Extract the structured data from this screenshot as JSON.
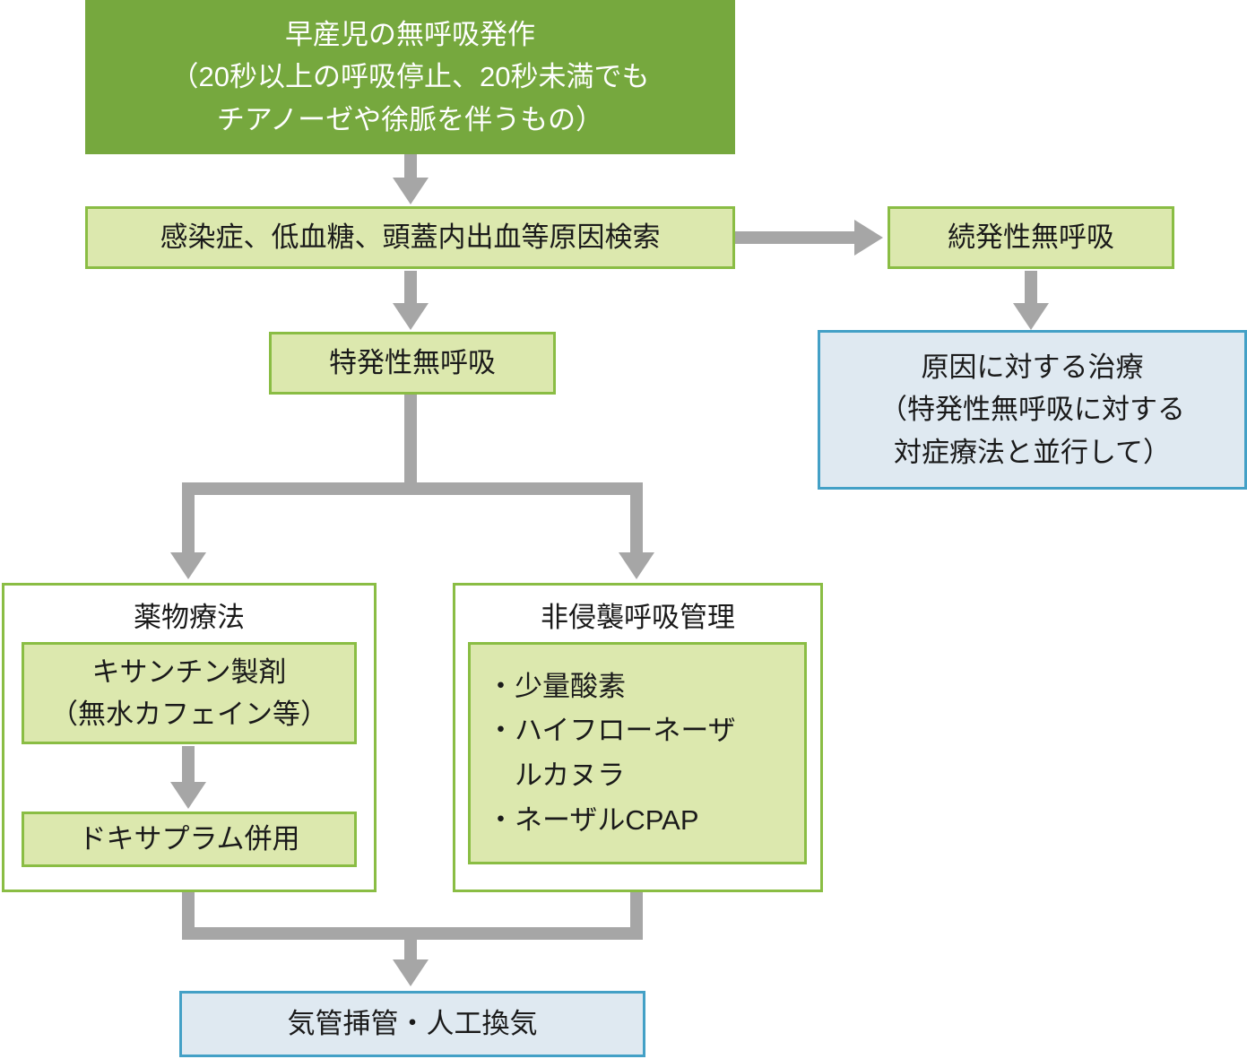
{
  "colors": {
    "dark_green": "#76a83e",
    "light_green_fill": "#dce8ae",
    "green_border": "#8abd44",
    "blue_fill": "#dfe9f1",
    "blue_border": "#43a0c6",
    "arrow_gray": "#a6a6a6",
    "text_dark": "#1a1a1a",
    "text_white": "#ffffff"
  },
  "nodes": {
    "start": {
      "line1": "早産児の無呼吸発作",
      "line2": "（20秒以上の呼吸停止、20秒未満でも",
      "line3": "チアノーゼや徐脈を伴うもの）"
    },
    "cause_search": {
      "label": "感染症、低血糖、頭蓋内出血等原因検索"
    },
    "secondary_apnea": {
      "label": "続発性無呼吸"
    },
    "cause_treatment": {
      "line1": "原因に対する治療",
      "line2": "（特発性無呼吸に対する",
      "line3": "対症療法と並行して）"
    },
    "idiopathic_apnea": {
      "label": "特発性無呼吸"
    },
    "drug_therapy": {
      "title": "薬物療法",
      "xanthine_line1": "キサンチン製剤",
      "xanthine_line2": "（無水カフェイン等）",
      "doxapram": "ドキサプラム併用"
    },
    "noninvasive": {
      "title": "非侵襲呼吸管理",
      "item1": "・少量酸素",
      "item2": "・ハイフローネーザ",
      "item3": "　ルカヌラ",
      "item4": "・ネーザルCPAP"
    },
    "intubation": {
      "label": "気管挿管・人工換気"
    }
  }
}
